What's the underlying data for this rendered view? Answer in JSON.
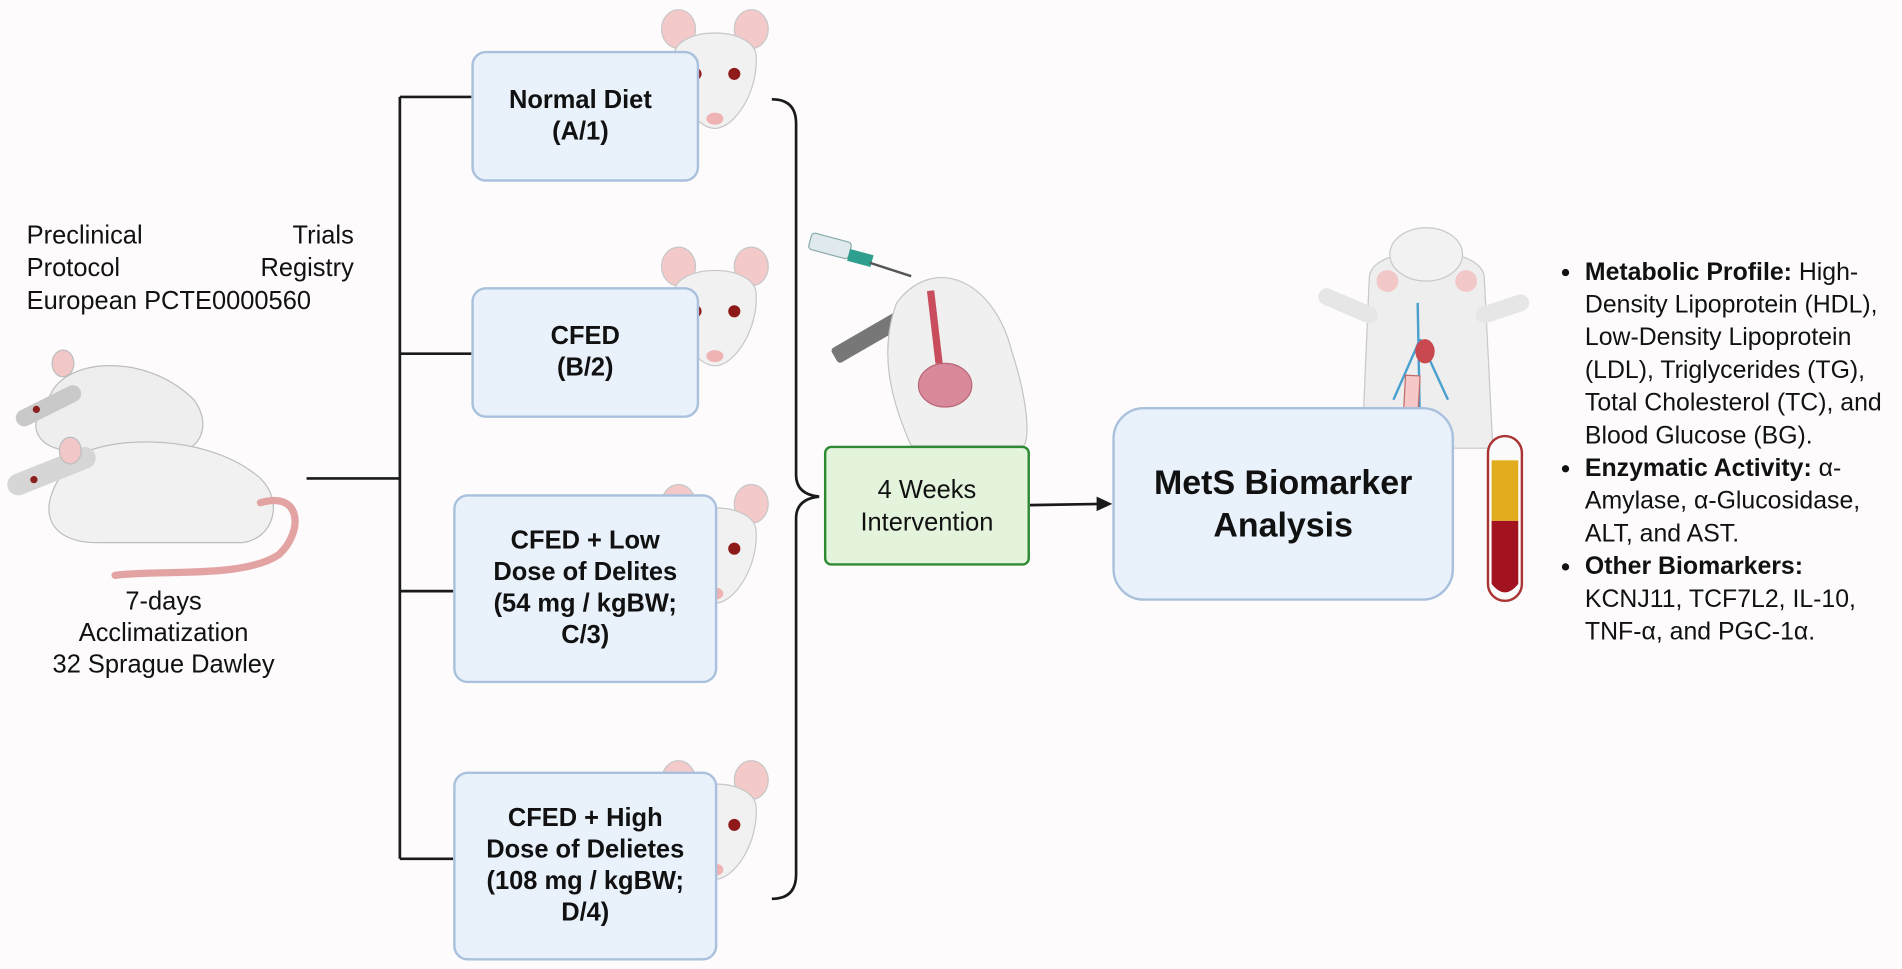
{
  "registry": {
    "line1_left": "Preclinical",
    "line1_right": "Trials",
    "line2_left": "Protocol",
    "line2_right": "Registry",
    "line3": "European PCTE0000560"
  },
  "acclimatization": {
    "line1": "7-days",
    "line2": "Acclimatization",
    "line3": "32 Sprague Dawley"
  },
  "groups": [
    {
      "lines": [
        "Normal Diet",
        "(A/1)"
      ]
    },
    {
      "lines": [
        "CFED",
        "(B/2)"
      ]
    },
    {
      "lines": [
        "CFED + Low",
        "Dose of Delites",
        "(54 mg / kgBW;",
        "C/3)"
      ]
    },
    {
      "lines": [
        "CFED + High",
        "Dose of Delietes",
        "(108 mg / kgBW;",
        "D/4)"
      ]
    }
  ],
  "intervention": {
    "line1": "4 Weeks",
    "line2": "Intervention"
  },
  "analysis": {
    "line1": "MetS Biomarker",
    "line2": "Analysis"
  },
  "biomarkers": [
    {
      "label": "Metabolic Profile:",
      "text": " High-Density Lipoprotein (HDL), Low-Density Lipoprotein (LDL), Triglycerides (TG), Total Cholesterol (TC), and Blood Glucose (BG)."
    },
    {
      "label": "Enzymatic Activity:",
      "text": " α-Amylase, α-Glucosidase, ALT, and AST."
    },
    {
      "label": "Other Biomarkers:",
      "text": " KCNJ11, TCF7L2, IL-10, TNF-α, and PGC-1α."
    }
  ],
  "colors": {
    "group_fill": "#e9f1fb",
    "group_border": "#a9c1dd",
    "intervention_fill": "#e3f3dc",
    "intervention_border": "#2f8a34",
    "connector": "#1a1a1a"
  },
  "icons": [
    "rat-pair-icon",
    "rat-head-icon",
    "syringe-icon",
    "dissection-rat-icon",
    "rat-anatomy-icon",
    "blood-tube-icon"
  ]
}
